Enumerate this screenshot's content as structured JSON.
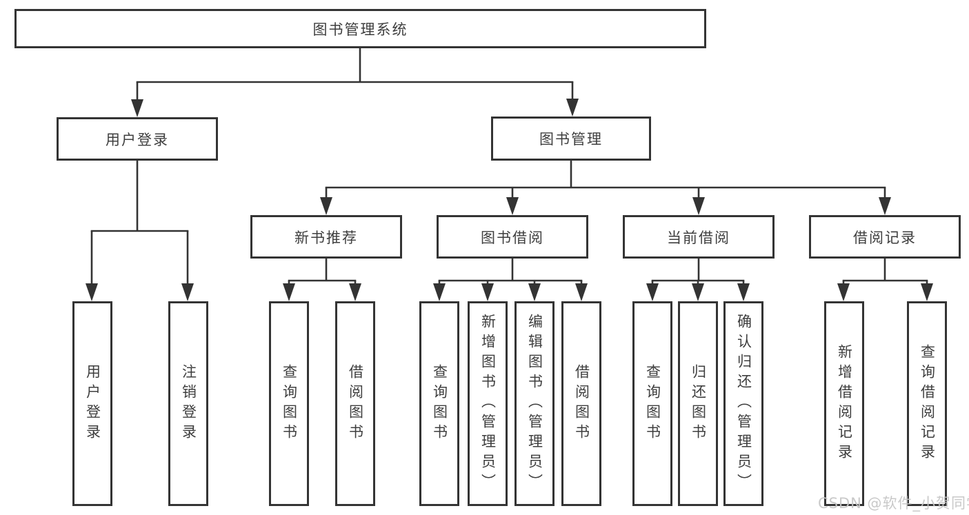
{
  "diagram": {
    "root": {
      "label": "图书管理系统"
    },
    "user_login_branch": {
      "label": "用户登录",
      "children": [
        {
          "label": "用户登录"
        },
        {
          "label": "注销登录"
        }
      ]
    },
    "book_mgmt_branch": {
      "label": "图书管理",
      "sections": [
        {
          "label": "新书推荐",
          "children": [
            {
              "label": "查询图书"
            },
            {
              "label": "借阅图书"
            }
          ]
        },
        {
          "label": "图书借阅",
          "children": [
            {
              "label": "查询图书"
            },
            {
              "label": "新增图书（管理员）"
            },
            {
              "label": "编辑图书（管理员）"
            },
            {
              "label": "借阅图书"
            }
          ]
        },
        {
          "label": "当前借阅",
          "children": [
            {
              "label": "查询图书"
            },
            {
              "label": "归还图书"
            },
            {
              "label": "确认归还（管理员）"
            }
          ]
        },
        {
          "label": "借阅记录",
          "children": [
            {
              "label": "新增借阅记录"
            },
            {
              "label": "查询借阅记录"
            }
          ]
        }
      ]
    },
    "colors": {
      "line": "#333333",
      "border": "#343434",
      "text": "#3e3e3e",
      "watermark": "#c6c6c6"
    }
  },
  "watermark": {
    "text": "CSDN @软件_小贺同学"
  }
}
